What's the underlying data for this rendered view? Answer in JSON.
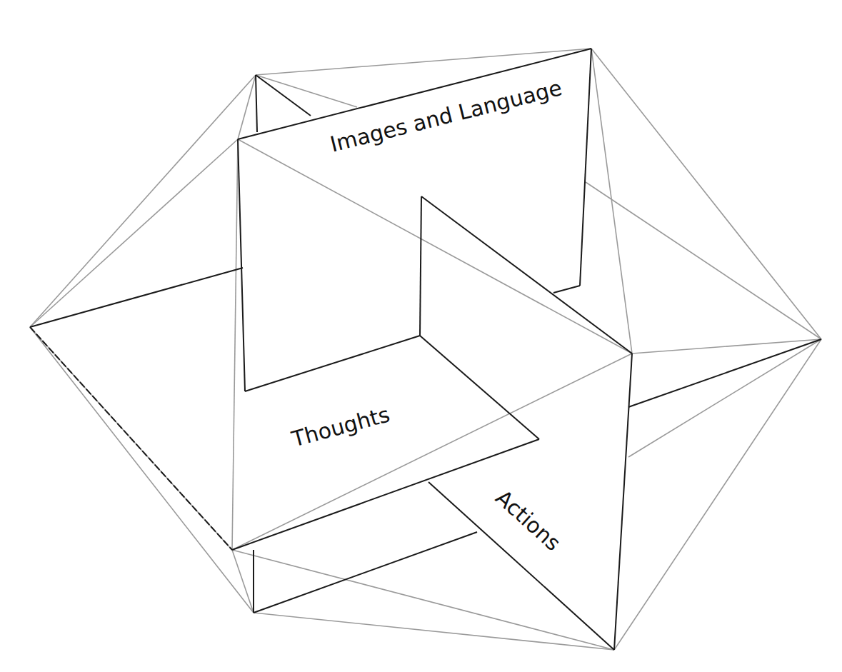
{
  "diagram": {
    "labels": [
      "Images and Language",
      "Thoughts",
      "Actions"
    ]
  }
}
